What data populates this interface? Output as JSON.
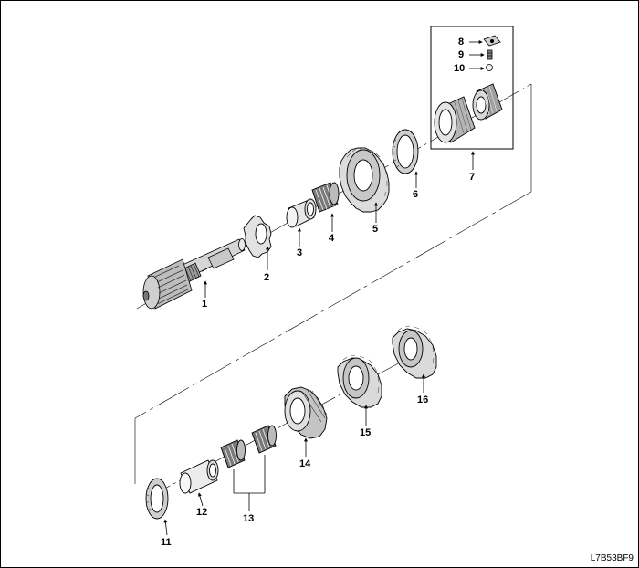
{
  "figure_code": "L7B53BF9",
  "callouts": {
    "c1": "1",
    "c2": "2",
    "c3": "3",
    "c4": "4",
    "c5": "5",
    "c6": "6",
    "c7": "7",
    "c8": "8",
    "c9": "9",
    "c10": "10",
    "c11": "11",
    "c12": "12",
    "c13": "13",
    "c14": "14",
    "c15": "15",
    "c16": "16"
  }
}
